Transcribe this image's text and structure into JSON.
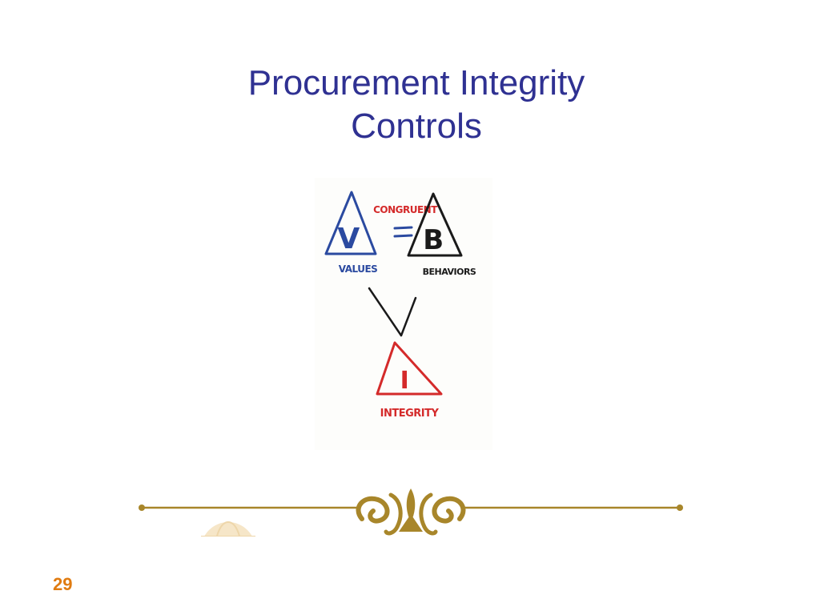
{
  "slide": {
    "title_line1": "Procurement Integrity",
    "title_line2": "Controls",
    "page_number": "29"
  },
  "figure": {
    "values_letter": "V",
    "values_label": "VALUES",
    "behaviors_letter": "B",
    "behaviors_label": "BEHAVIORS",
    "congruent_label": "CONGRUENT",
    "integrity_letter": "I",
    "integrity_label": "INTEGRITY"
  },
  "colors": {
    "title": "#2f3192",
    "values": "#2b4aa0",
    "behaviors": "#1a1a1a",
    "integrity": "#d42a2a",
    "ornament": "#a8862a",
    "page_number": "#e07b10"
  },
  "icons": {
    "divider": "ornamental-flourish-divider",
    "watermark": "globe-watermark"
  }
}
